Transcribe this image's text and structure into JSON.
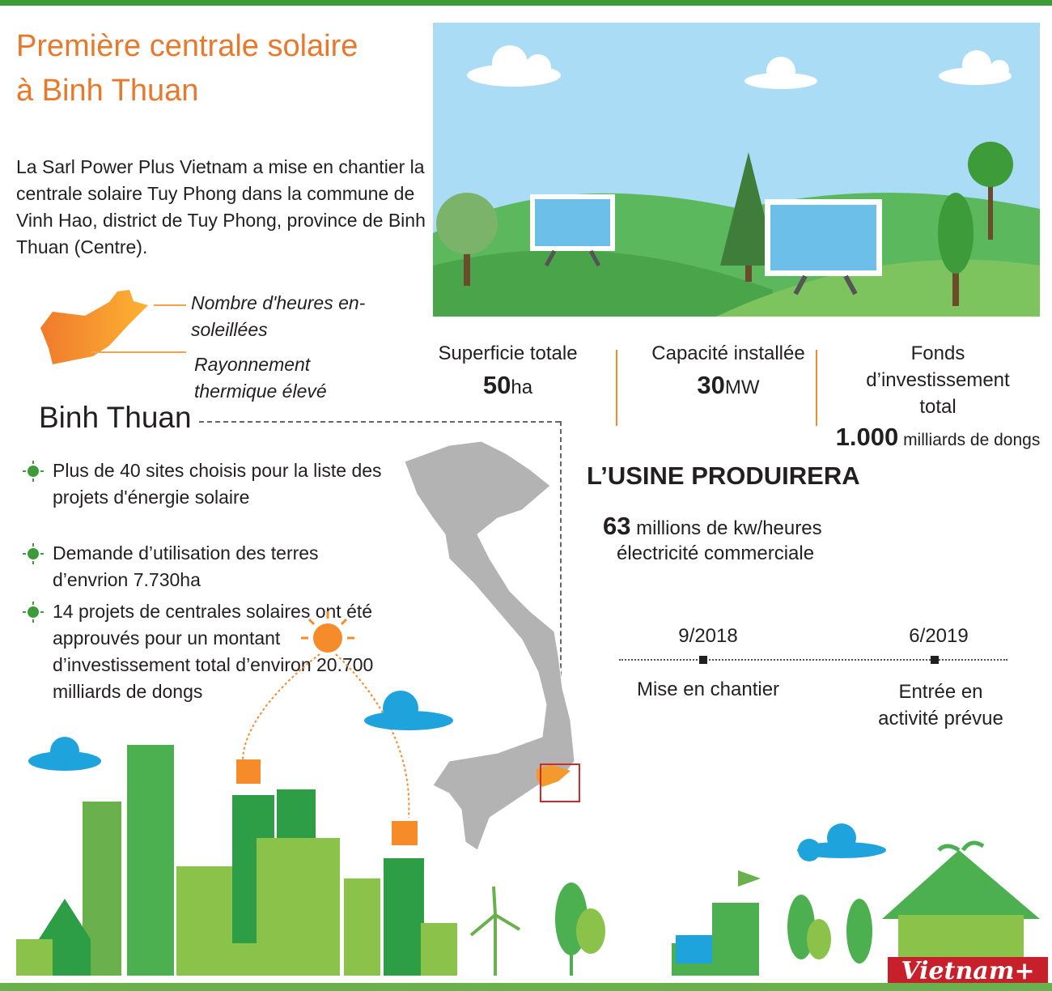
{
  "title": {
    "line1": "Première centrale solaire",
    "line2": "à Binh Thuan"
  },
  "intro": "La Sarl Power Plus Vietnam a mise en chantier la centrale solaire Tuy Phong dans la commune de Vinh Hao, district de Tuy Phong, province de Binh Thuan (Centre).",
  "legend": {
    "item1": "Nombre d'heures en-soleillées",
    "item2": "Rayonnement thermique élevé"
  },
  "region": "Binh Thuan",
  "bullets": [
    "Plus de 40 sites choisis pour la liste des projets d'énergie solaire",
    "Demande d’utilisation des terres d’envrion 7.730ha",
    "14 projets de centrales solaires  ont été approuvés pour un montant d’investissement total d’environ 20.700 milliards de dongs"
  ],
  "stats": [
    {
      "label": "Superficie totale",
      "value": "50",
      "unit": "ha"
    },
    {
      "label": "Capacité installée",
      "value": "30",
      "unit": "MW"
    },
    {
      "label": "Fonds d’investissement total",
      "value": "1.000",
      "unit": " milliards de dongs"
    }
  ],
  "production": {
    "heading": "L’USINE PRODUIRERA",
    "value": "63",
    "unit": " millions de kw/heures",
    "line2": "électricité commerciale"
  },
  "timeline": [
    {
      "date": "9/2018",
      "label": "Mise en chantier"
    },
    {
      "date": "6/2019",
      "label": "Entrée en activité prévue"
    }
  ],
  "colors": {
    "orange": "#e8792b",
    "green": "#3e9b3a",
    "sky": "#aadcf5",
    "map_gray": "#b3b3b3"
  },
  "logo": "Vietnam+"
}
